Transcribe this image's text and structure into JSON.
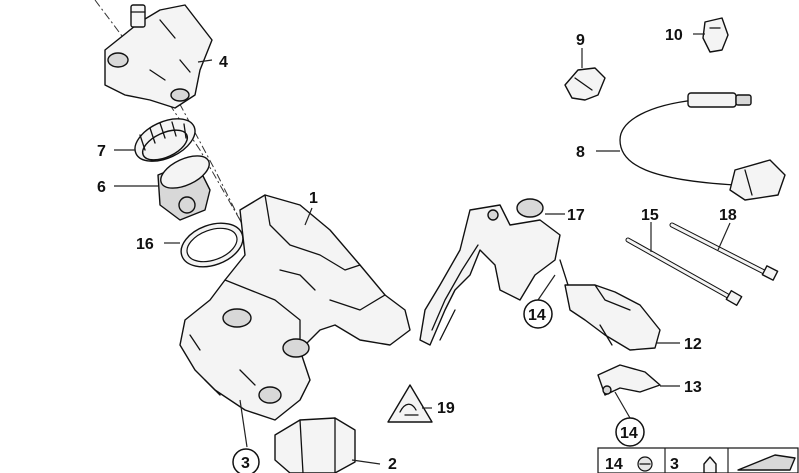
{
  "callouts": {
    "c1": "1",
    "c2": "2",
    "c3": "3",
    "c4": "4",
    "c6": "6",
    "c7": "7",
    "c8": "8",
    "c9": "9",
    "c10": "10",
    "c12": "12",
    "c13": "13",
    "c14a": "14",
    "c14b": "14",
    "c15": "15",
    "c16": "16",
    "c17": "17",
    "c18": "18",
    "c19": "19"
  },
  "legend_box": {
    "label_14": "14",
    "label_3": "3"
  }
}
